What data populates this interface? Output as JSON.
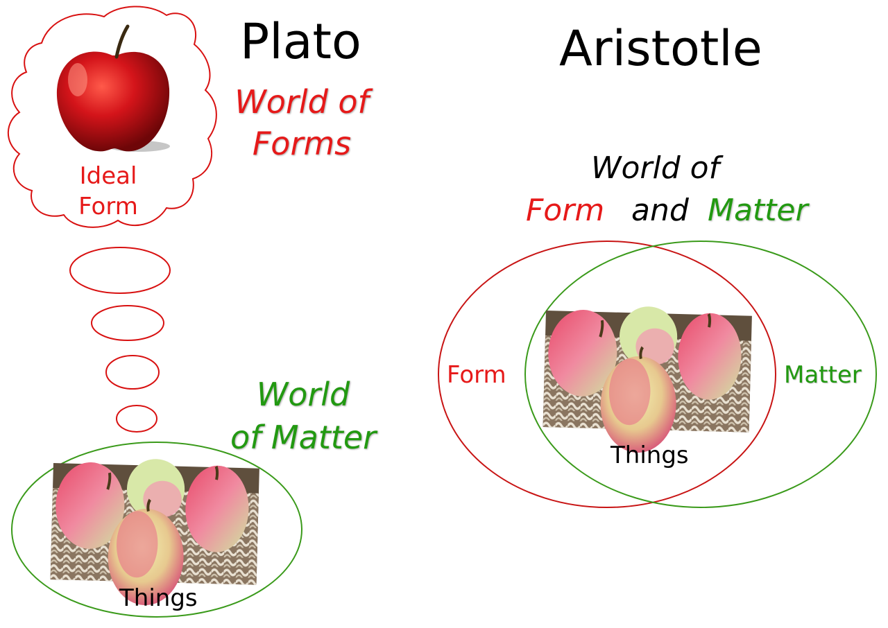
{
  "colors": {
    "form_red": "#e61919",
    "matter_green": "#229911",
    "circle_red": "#c81414",
    "circle_green": "#3a9a1a"
  },
  "plato": {
    "title": "Plato",
    "world_of_forms_line1": "World of",
    "world_of_forms_line2": "Forms",
    "ideal_form_line1": "Ideal",
    "ideal_form_line2": "Form",
    "world_of_matter_line1": "World",
    "world_of_matter_line2": "of Matter",
    "things_label": "Things"
  },
  "aristotle": {
    "title": "Aristotle",
    "world_of_line": "World of",
    "form_word": "Form",
    "and_word": "and",
    "matter_word": "Matter",
    "form_label": "Form",
    "matter_label": "Matter",
    "things_label": "Things"
  },
  "images": {
    "ideal_apple": "red-apple-icon",
    "plato_apples": "basket-of-apples",
    "aristotle_apples": "basket-of-apples"
  }
}
